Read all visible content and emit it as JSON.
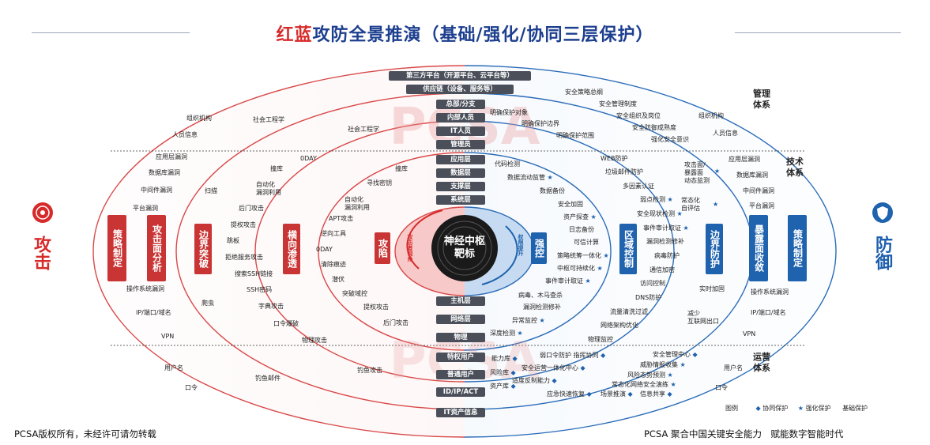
{
  "title": {
    "red": "红蓝",
    "rest": "攻防全景推演（基础/强化/协同三层保护）"
  },
  "watermark": "PCSA",
  "attack_label": "攻击",
  "defend_label": "防御",
  "core": {
    "line1": "神经中枢",
    "line2": "靶标"
  },
  "core_ring_left": "攻击者视角",
  "core_ring_right": "权限提升",
  "center_pills_top": [
    "第三方平台（开源平台、云平台等）",
    "供应链（设备、服务等）",
    "总部/分支",
    "内部人员",
    "IT人员",
    "管理员"
  ],
  "center_pills_mid": [
    "应用层",
    "数据层",
    "支撑层",
    "系统层"
  ],
  "center_pills_low": [
    "主机层",
    "网络层",
    "物理"
  ],
  "center_pills_bottom": [
    "特权用户",
    "普通用户",
    "ID/IP/ACT",
    "IT资产信息"
  ],
  "red_boxes": [
    "策略制定",
    "攻击面分析",
    "边界突破",
    "横向渗透",
    "攻陷"
  ],
  "blue_boxes": [
    "强控",
    "区域控制",
    "边界防护",
    "暴露面收敛",
    "策略制定"
  ],
  "sections": {
    "mgmt": "管理\n体系",
    "tech": "技术\n体系",
    "ops": "运营\n体系"
  },
  "left_labels": [
    "组织机构",
    "人员信息",
    "社会工程学",
    "社会工程学",
    "应用层漏洞",
    "数据库漏洞",
    "中间件漏洞",
    "平台漏洞",
    "扫描",
    "撞库",
    "自动化\n漏洞利用",
    "0DAY",
    "后门攻击",
    "提权攻击",
    "跳板",
    "拒绝服务攻击",
    "搜索SSH链接",
    "SSH密码",
    "字典攻击",
    "口令爆破",
    "寻找密钥",
    "撞库",
    "自动化\n漏洞利用",
    "APT攻击",
    "逆向工具",
    "0DAY",
    "清除痕迹",
    "潜伏",
    "突破域控",
    "提权攻击",
    "后门攻击",
    "操作系统漏洞",
    "IP/端口/域名",
    "爬虫",
    "VPN",
    "物理攻击",
    "用户名",
    "口令",
    "钓鱼邮件",
    "钓鱼攻击"
  ],
  "right_top_labels": [
    "安全策略总纲",
    "安全管理制度",
    "安全组织及岗位",
    "安全防御成熟度",
    "强化安全意识",
    "明确保护对象",
    "明确保护边界",
    "明确保护范围",
    "组织机构",
    "人员信息"
  ],
  "right_tech_labels": [
    "代码检测",
    "数据流动监管",
    "数据备份",
    "安全加固",
    "资产探查",
    "日志备份",
    "可信计算",
    "策略统筹一体化",
    "中枢可持续化",
    "事件审计取证",
    "病毒、木马查杀",
    "漏洞检测修补",
    "异常监控",
    "深度检测",
    "WEB防护",
    "垃圾邮件防护",
    "多因素认证",
    "弱点检测",
    "安全现状检测",
    "事件审计取证",
    "漏洞检测修补",
    "病毒防护",
    "通信加密",
    "访问控制",
    "DNS防护",
    "流量清洗过滤",
    "网络架构优化",
    "物理监控",
    "攻击面/\n暴露面\n动态监测",
    "常态化\n自评估",
    "实时加固",
    "减少\n互联网出口",
    "应用层漏洞",
    "数据库漏洞",
    "中间件漏洞",
    "平台漏洞",
    "操作系统漏洞",
    "IP/端口/域名",
    "VPN"
  ],
  "right_ops_labels": [
    "能力库",
    "风险库",
    "资产库",
    "弱口令防护 指挥协同",
    "安全运营一体化中心",
    "适度反制能力",
    "应急快速恢复",
    "场景推演",
    "信息共享",
    "安全管理中心",
    "威胁情报收集",
    "风险态势预测",
    "常态化网络安全演练",
    "用户名",
    "口令"
  ],
  "legend": {
    "title": "图例",
    "items": [
      "协同保护",
      "强化保护",
      "基础保护"
    ]
  },
  "footer_left": "PCSA版权所有，未经许可请勿转载",
  "footer_right": "PCSA 聚合中国关键安全能力　赋能数字智能时代",
  "colors": {
    "red": "#d72a2a",
    "blue": "#1f62ad",
    "dark": "#222222"
  }
}
